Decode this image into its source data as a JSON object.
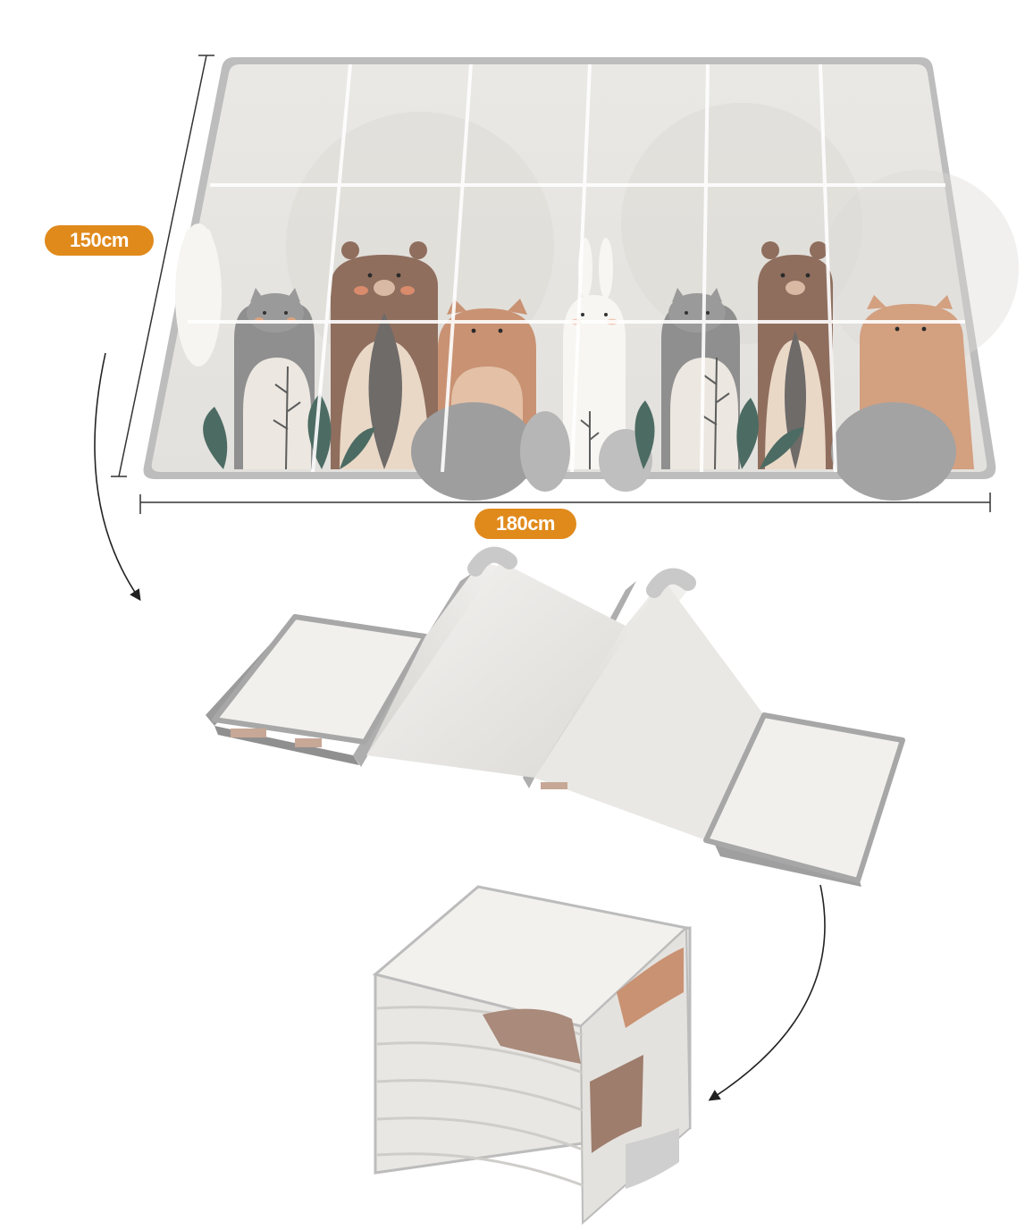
{
  "dimensions": {
    "height_label": "150cm",
    "width_label": "180cm"
  },
  "colors": {
    "badge": "#e08a1c",
    "mat_border": "#b9b9b9",
    "mat_surface": "#e9e7e3",
    "bear": "#8f6e5e",
    "fox": "#c99273",
    "cat": "#8e8e8e",
    "leaf": "#4c6b63",
    "rock": "#9e9e9e",
    "bunny": "#f7f6f3"
  },
  "scene": {
    "stages": [
      "unfolded-mat",
      "zigzag-folding-mat",
      "folded-stack"
    ],
    "mat_grid": {
      "columns": 6,
      "rows": 3
    }
  }
}
